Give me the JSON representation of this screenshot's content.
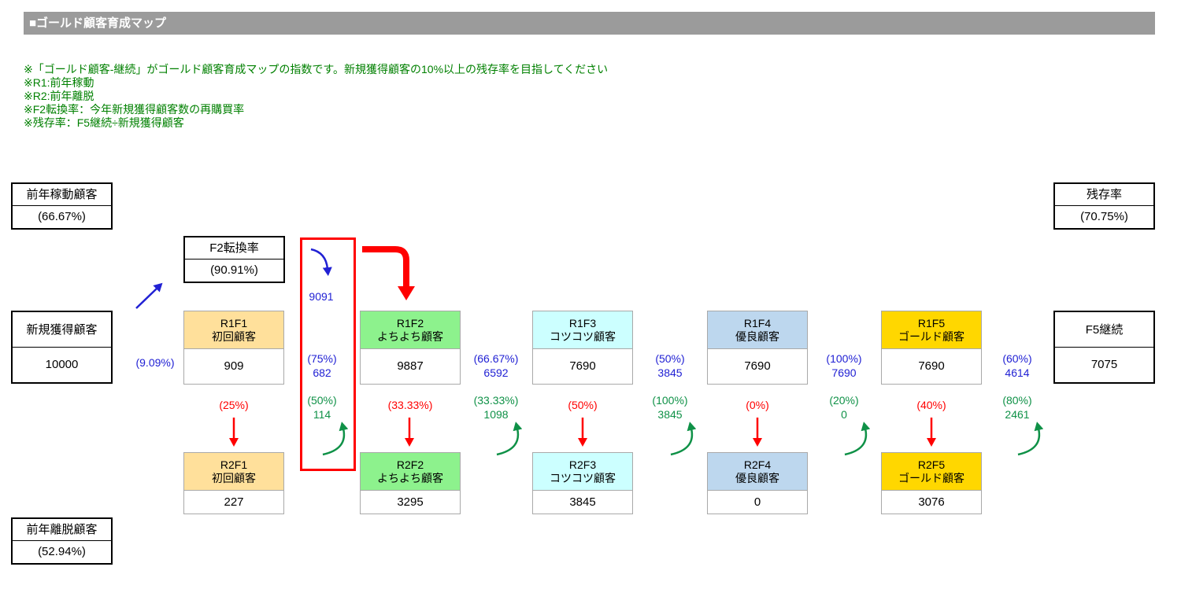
{
  "title": "■ゴールド顧客育成マップ",
  "notes": [
    "※「ゴールド顧客-継続」がゴールド顧客育成マップの指数です。新規獲得顧客の10%以上の残存率を目指してください",
    "※R1:前年稼動",
    "※R2:前年離脱",
    "※F2転換率：今年新規獲得顧客数の再購買率",
    "※残存率：F5継続÷新規獲得顧客"
  ],
  "side_boxes": {
    "prev_active": {
      "label": "前年稼動顧客",
      "value": "(66.67%)"
    },
    "survival_rate": {
      "label": "残存率",
      "value": "(70.75%)"
    },
    "f2_conversion": {
      "label": "F2転換率",
      "value": "(90.91%)"
    },
    "new_acquired": {
      "label": "新規獲得顧客",
      "value": "10000"
    },
    "f5_continue": {
      "label": "F5継続",
      "value": "7075"
    },
    "prev_churn": {
      "label": "前年離脱顧客",
      "value": "(52.94%)"
    }
  },
  "r1_row": [
    {
      "code": "R1F1",
      "name": "初回顧客",
      "value": "909",
      "color": "#ffe09b"
    },
    {
      "code": "R1F2",
      "name": "よちよち顧客",
      "value": "9887",
      "color": "#8df28d"
    },
    {
      "code": "R1F3",
      "name": "コツコツ顧客",
      "value": "7690",
      "color": "#ccffff"
    },
    {
      "code": "R1F4",
      "name": "優良顧客",
      "value": "7690",
      "color": "#bdd7ee"
    },
    {
      "code": "R1F5",
      "name": "ゴールド顧客",
      "value": "7690",
      "color": "#ffd700"
    }
  ],
  "r2_row": [
    {
      "code": "R2F1",
      "name": "初回顧客",
      "value": "227",
      "color": "#ffe09b"
    },
    {
      "code": "R2F2",
      "name": "よちよち顧客",
      "value": "3295",
      "color": "#8df28d"
    },
    {
      "code": "R2F3",
      "name": "コツコツ顧客",
      "value": "3845",
      "color": "#ccffff"
    },
    {
      "code": "R2F4",
      "name": "優良顧客",
      "value": "0",
      "color": "#bdd7ee"
    },
    {
      "code": "R2F5",
      "name": "ゴールド顧客",
      "value": "3076",
      "color": "#ffd700"
    }
  ],
  "flow": {
    "entry_rate": "(9.09%)",
    "f2_inflow": "9091",
    "forward": [
      {
        "rate": "(75%)",
        "value": "682"
      },
      {
        "rate": "(66.67%)",
        "value": "6592"
      },
      {
        "rate": "(50%)",
        "value": "3845"
      },
      {
        "rate": "(100%)",
        "value": "7690"
      },
      {
        "rate": "(60%)",
        "value": "4614"
      }
    ],
    "upward": [
      {
        "rate": "(50%)",
        "value": "114"
      },
      {
        "rate": "(33.33%)",
        "value": "1098"
      },
      {
        "rate": "(100%)",
        "value": "3845"
      },
      {
        "rate": "(20%)",
        "value": "0"
      },
      {
        "rate": "(80%)",
        "value": "2461"
      }
    ],
    "downward": [
      "(25%)",
      "(33.33%)",
      "(50%)",
      "(0%)",
      "(40%)"
    ]
  },
  "colors": {
    "blue_flow": "#2121d4",
    "green_flow": "#0f9147",
    "red_flow": "#ff0000",
    "note_green": "#008000",
    "titlebar_gray": "#9b9b9b",
    "highlight_red": "#ff0000"
  }
}
